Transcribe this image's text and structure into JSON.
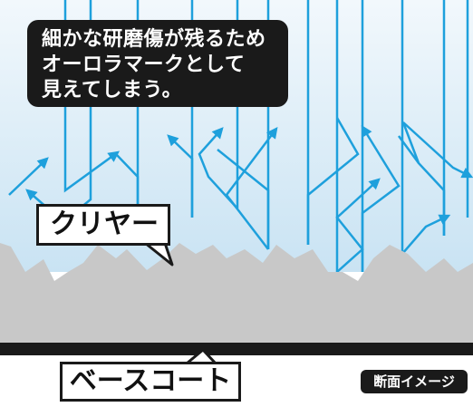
{
  "callout": {
    "lines": [
      "細かな研磨傷が残るため",
      "オーロラマークとして",
      "見えてしまう。"
    ]
  },
  "labels": {
    "clear": "クリヤー",
    "base_coat": "ベースコート",
    "cross_section": "断面イメージ"
  },
  "colors": {
    "sky_top": "#f2f8fc",
    "sky_bottom": "#c9e3f3",
    "clear_layer": "#c8c8c8",
    "base_coat": "#1a1a1a",
    "light_ray": "#1ea0dc",
    "callout_bg": "#1a1a1a"
  },
  "icons": [
    "arrow-head-icon"
  ]
}
